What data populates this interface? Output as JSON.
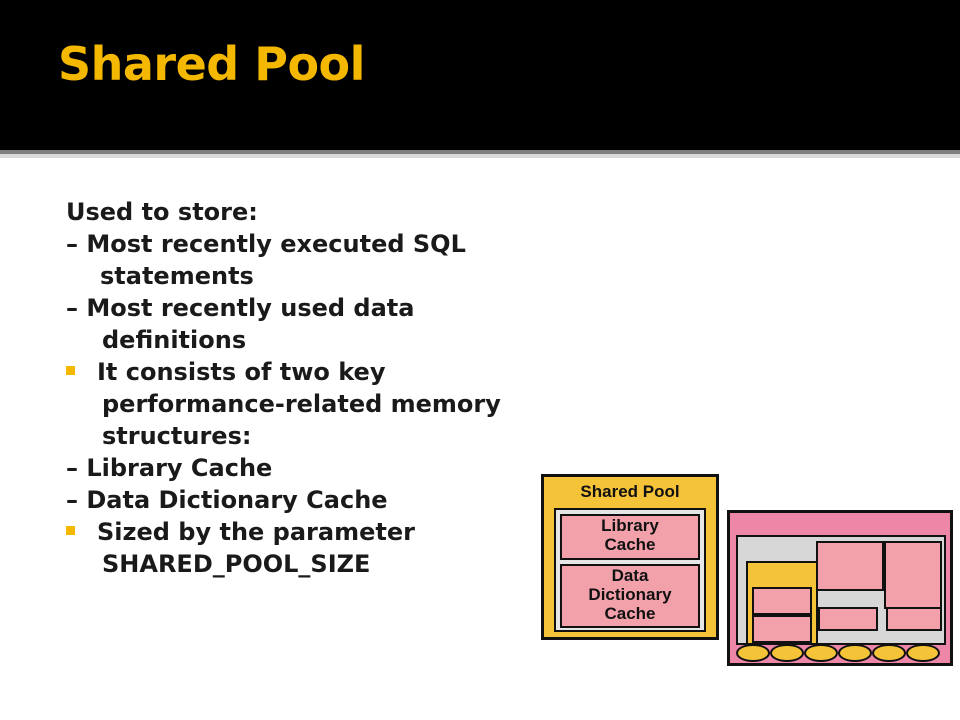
{
  "slide": {
    "title": "Shared Pool",
    "body": {
      "intro": "Used to store:",
      "item1_a": "– Most recently executed SQL",
      "item1_b": "statements",
      "item2_a": "– Most recently used data",
      "item2_b": "definitions",
      "bullet1_a": "It consists of two key",
      "bullet1_b": "performance-related memory",
      "bullet1_c": "structures:",
      "item3": "– Library Cache",
      "item4": "– Data Dictionary Cache",
      "bullet2_a": "Sized by the parameter",
      "bullet2_b": "SHARED_POOL_SIZE"
    }
  },
  "diagram": {
    "shared_pool_label": "Shared Pool",
    "library_cache": [
      "Library",
      "Cache"
    ],
    "data_dictionary_cache": [
      "Data",
      "Dictionary",
      "Cache"
    ]
  },
  "colors": {
    "title": "#f5b800",
    "title_bar": "#000000",
    "bullet": "#f5b800",
    "pool_yellow": "#f5c338",
    "cache_pink": "#f2a0aa",
    "sga_pink": "#ee86a8"
  }
}
